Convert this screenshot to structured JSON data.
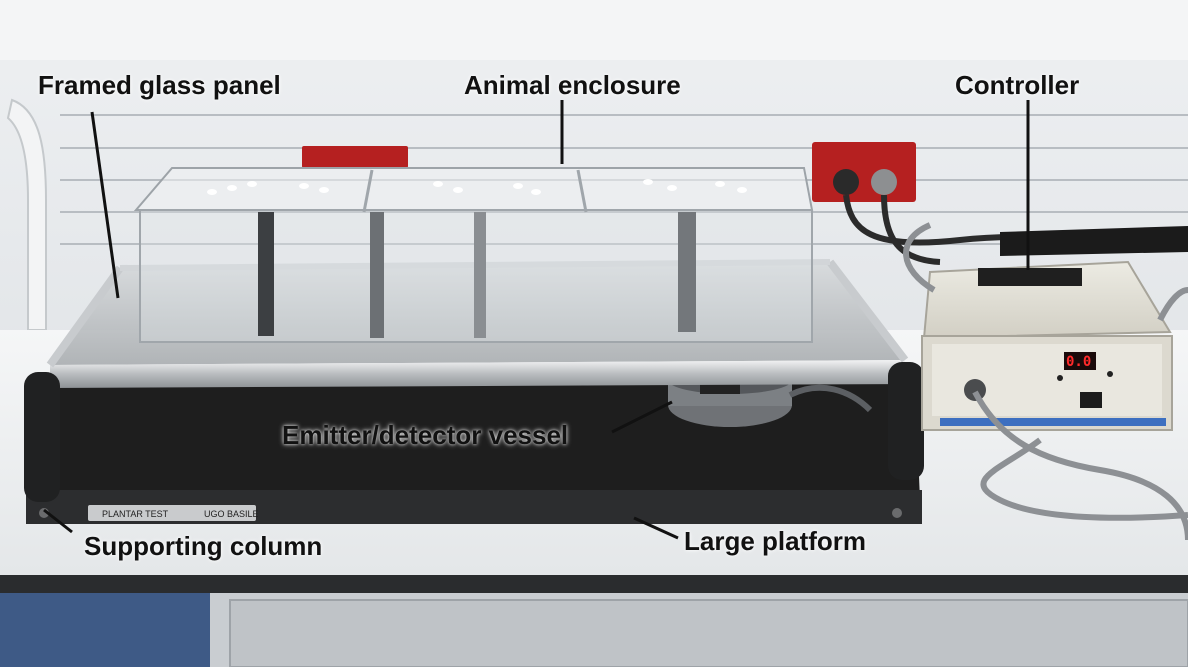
{
  "labels": {
    "glass_panel": "Framed glass panel",
    "animal_enclosure": "Animal enclosure",
    "controller": "Controller",
    "emitter_vessel": "Emitter/detector vessel",
    "supporting_column": "Supporting column",
    "large_platform": "Large platform"
  },
  "device": {
    "nameplate": "PLANTAR TEST",
    "brand": "UGO BASILE",
    "display_reading": "0.0"
  },
  "colors": {
    "wall": "#dfe3e6",
    "bench": "#eef0f1",
    "platform": "#1e1e1e",
    "controller_body": "#e4e1d6",
    "socket_red": "#b52020",
    "label_text": "#111111"
  }
}
